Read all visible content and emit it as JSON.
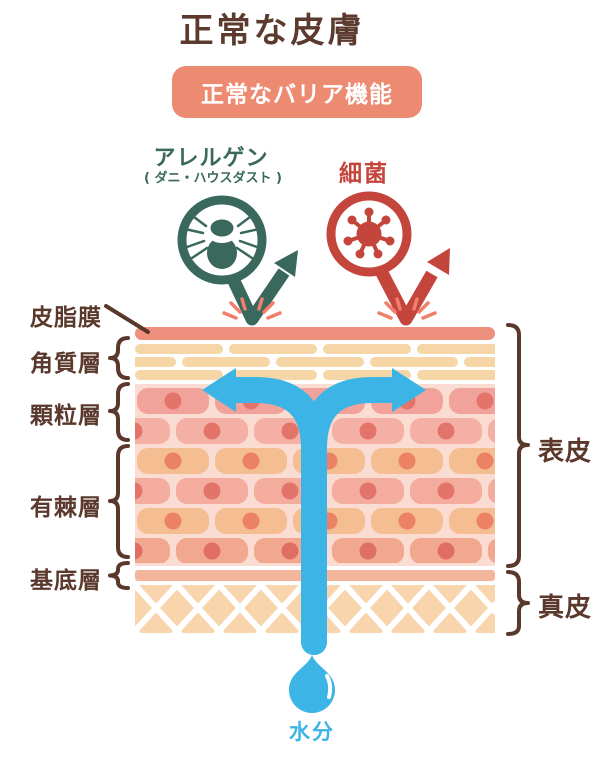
{
  "title": "正常な皮膚",
  "badge": {
    "label": "正常なバリア機能",
    "bg_color": "#EC8B72",
    "text_color": "#FFFFFF"
  },
  "allergen": {
    "label": "アレルゲン",
    "sub": "( ダニ・ハウスダスト )",
    "color": "#3A685C",
    "icon": "mite-icon"
  },
  "bacteria": {
    "label": "細菌",
    "color": "#C4453C",
    "icon": "virus-icon"
  },
  "layers": {
    "sebum": "皮脂膜",
    "stratum_corneum": "角質層",
    "granular": "顆粒層",
    "spinous": "有棘層",
    "basal": "基底層"
  },
  "regions": {
    "epidermis": "表皮",
    "dermis": "真皮"
  },
  "moisture": {
    "label": "水分",
    "color": "#3CB4E5",
    "icon": "water-drop-icon"
  },
  "colors": {
    "title_brown": "#5C3A2E",
    "label_brown": "#5A382C",
    "sebum_bar": "#EF8F7E",
    "brick_tan": "#F6D5A6",
    "cell_bg_pink": "#FADCD2",
    "cell_pink": "#F1A29A",
    "cell_light_pink": "#F5B0A6",
    "cell_orange": "#F5BD92",
    "cell_dot": "#E3746A",
    "basal_strip": "#F3B69C",
    "dermis_lattice": "#F9D5AE",
    "impact_marks": "#F0806C",
    "water_blue": "#3CB4E5",
    "allergen_teal": "#3A685C",
    "bacteria_red": "#C4453C"
  }
}
